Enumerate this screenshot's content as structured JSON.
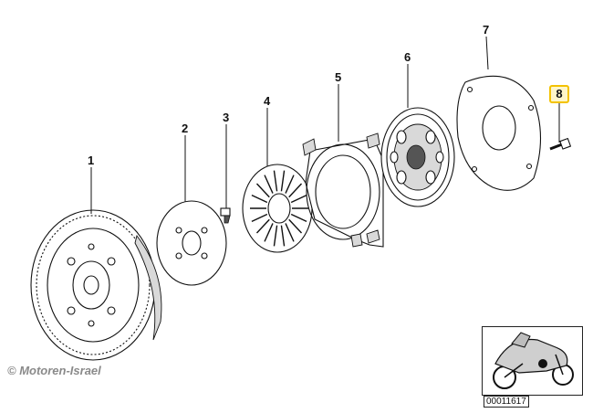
{
  "diagram": {
    "callouts": [
      {
        "id": "1",
        "label": "1"
      },
      {
        "id": "2",
        "label": "2"
      },
      {
        "id": "3",
        "label": "3"
      },
      {
        "id": "4",
        "label": "4"
      },
      {
        "id": "5",
        "label": "5"
      },
      {
        "id": "6",
        "label": "6"
      },
      {
        "id": "7",
        "label": "7"
      },
      {
        "id": "8",
        "label": "8"
      }
    ],
    "highlighted_callout": "8",
    "highlight_color": "#f3c200",
    "parts": [
      {
        "callout": "1",
        "icon": "flywheel-icon"
      },
      {
        "callout": "2",
        "icon": "plate-icon"
      },
      {
        "callout": "3",
        "icon": "bolt-icon"
      },
      {
        "callout": "4",
        "icon": "diaphragm-spring-icon"
      },
      {
        "callout": "5",
        "icon": "pressure-plate-icon"
      },
      {
        "callout": "6",
        "icon": "clutch-disc-icon"
      },
      {
        "callout": "7",
        "icon": "carrier-plate-icon"
      },
      {
        "callout": "8",
        "icon": "screw-icon"
      }
    ]
  },
  "copyright": "© Motoren-Israel",
  "thumbnail": {
    "icon": "motorcycle-icon",
    "drawing_number": "00011617"
  }
}
